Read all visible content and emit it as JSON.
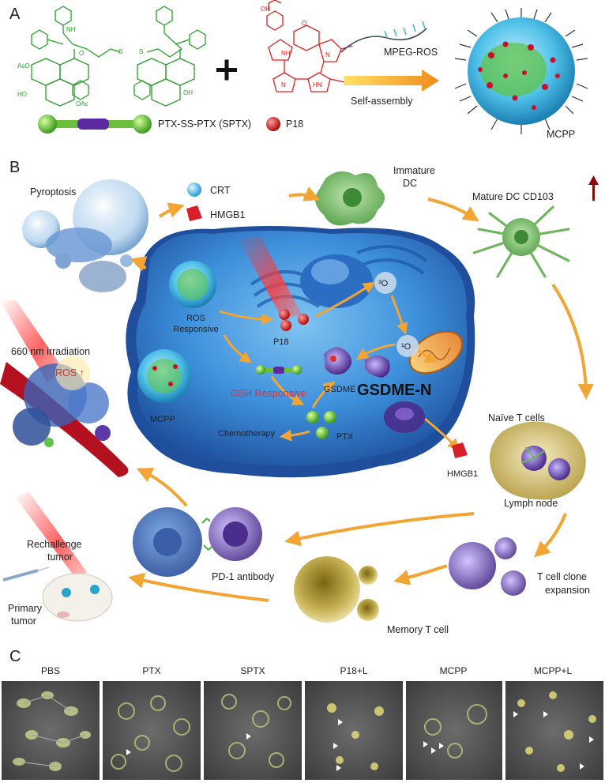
{
  "panel_a": {
    "letter": "A",
    "sptx_label": "PTX-SS-PTX (SPTX)",
    "p18_label": "P18",
    "mpeg_label": "MPEG-ROS",
    "self_assembly_label": "Self-assembly",
    "mcpp_label": "MCPP",
    "chem_labels": [
      "NH",
      "O",
      "S",
      "S",
      "AcO",
      "HO",
      "OAc",
      "OH",
      "NH",
      "N",
      "HN",
      "N",
      "O",
      "OH"
    ]
  },
  "panel_b": {
    "letter": "B",
    "pyroptosis": "Pyroptosis",
    "crt": "CRT",
    "hmgb1_top": "HMGB1",
    "immature_dc_line1": "Immature",
    "immature_dc_line2": "DC",
    "mature_dc": "Mature DC CD103",
    "irradiation": "660 nm irradiation",
    "ros_up": "ROS ↑",
    "ros_responsive_line1": "ROS",
    "ros_responsive_line2": "Responsive",
    "p18": "P18",
    "singlet_o_1": "³O",
    "singlet_o_2": "¹O",
    "gsh_responsive": "GSH Responsive",
    "gsdme": "GSDME",
    "gsdme_n": "GSDME-N",
    "mcpp": "MCPP",
    "chemotherapy": "Chemotherapy",
    "ptx": "PTX",
    "hmgb1_bottom": "HMGB1",
    "naive_t": "Naïve T cells",
    "lymph_node": "Lymph node",
    "rechallenge_line1": "Rechallenge",
    "rechallenge_line2": "tumor",
    "primary_line1": "Primary",
    "primary_line2": "tumor",
    "pd1": "PD-1 antibody",
    "t_clone_line1": "T cell clone",
    "t_clone_line2": "expansion",
    "memory_t": "Memory T cell"
  },
  "panel_c": {
    "letter": "C",
    "conditions": [
      "PBS",
      "PTX",
      "SPTX",
      "P18+L",
      "MCPP",
      "MCPP+L"
    ]
  },
  "colors": {
    "cell_blue": "#2f6fc0",
    "arrow_orange": "#f2a533",
    "chem_green": "#2a9d2a",
    "chem_red": "#d22222",
    "ros_red": "#e0302a",
    "gsdme_purple": "#4a2d8c"
  }
}
